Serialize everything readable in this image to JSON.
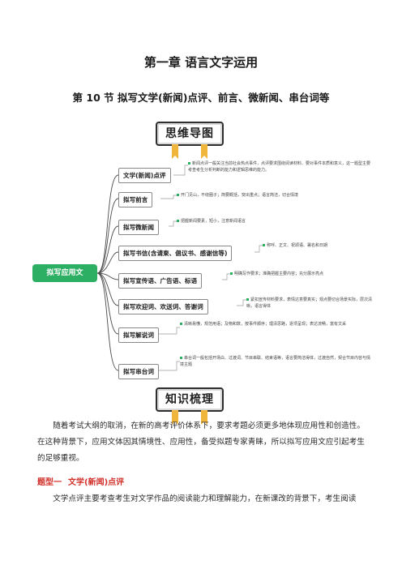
{
  "document": {
    "chapter_title": "第一章 语言文字运用",
    "section_title": "第 10 节 拟写文学(新闻)点评、前言、微新闻、串台词等"
  },
  "mindmap": {
    "banner_title": "思维导图",
    "root": "拟写应用文",
    "branches": [
      {
        "label": "文学(新闻)点评",
        "note": "新闻点评一般关注当前社会热点事件，点评要求围绕阅读材料、要对事件本质和意义，这一题型主要考查考生分析判断的能力和逻辑思维的能力。"
      },
      {
        "label": "拟写前言",
        "note": "开门见山，不绕圈子；简要概括，突出重点；语言简洁，切合情境"
      },
      {
        "label": "拟写微新闻",
        "note": "把握新闻要素，短小，注意新闻语言"
      },
      {
        "label": "拟写书信(含请柬、倡议书、感谢信等)",
        "note": "称呼、正文、祝颂语、署名和日期"
      },
      {
        "label": "拟写宣传语、广告语、标语",
        "note": "明确写作要求；准确把握主要内容；充分展示亮点"
      },
      {
        "label": "拟写欢迎词、欢送词、答谢词",
        "note": "紧扣宣传材料要求，表情达意要真实；观点要切合场景实际，层次清晰，语言得体"
      },
      {
        "label": "拟写解说词",
        "note": "清晰易懂，规范用语；及物和数，按事件顺序；理清思路，逐项呈现；表达流畅，富有文采"
      },
      {
        "label": "拟写串台词",
        "note": "串台词一般包括开场白、过渡词、节目串联、结束语等，语言要简洁得体，过渡自然，契合节目内容与情境主题"
      }
    ]
  },
  "knowledge": {
    "banner_title": "知识梳理",
    "intro": "随着考试大纲的取消，在新的高考评价体系下，要求考题必须更多地体现应用性和创造性。在这种背景下，应用文体因其情境性、应用性，备受拟题专家青睐，所以拟写应用文应引起考生的足够重视。",
    "type_label": "题型一",
    "type_title": "文学(新闻)点评",
    "type_para": "文学点评主要考查考生对文学作品的阅读能力和理解能力，在新课改的背景下，考生阅读"
  }
}
